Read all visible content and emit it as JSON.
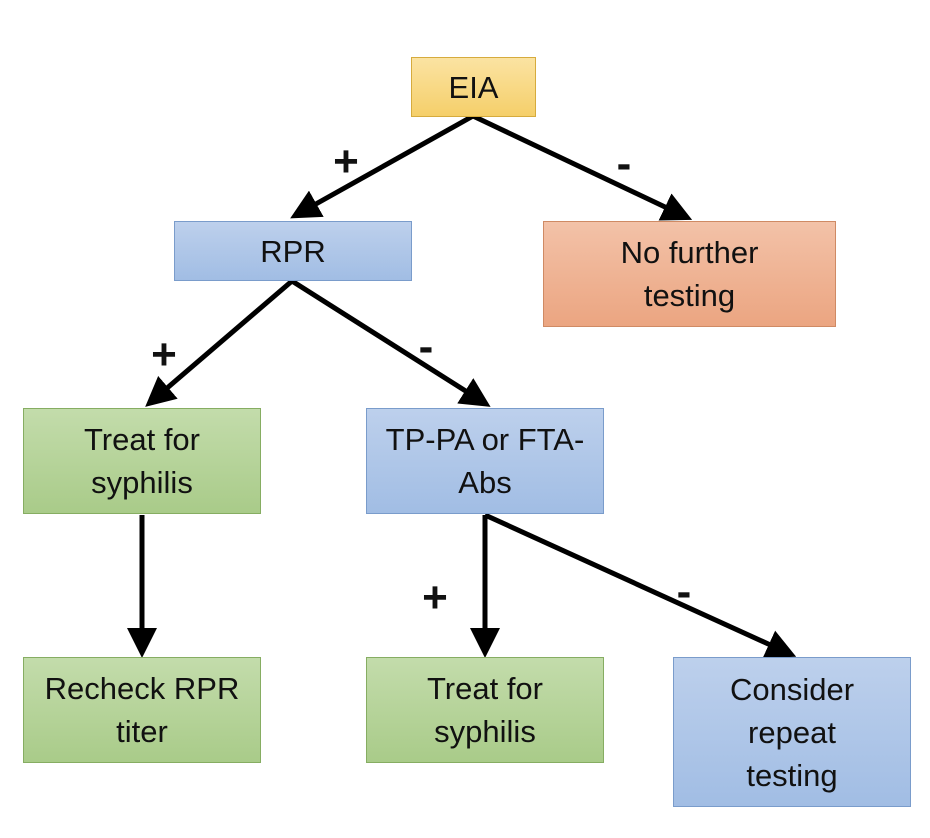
{
  "nodes": {
    "eia": "EIA",
    "rpr": "RPR",
    "no_further": "No further testing",
    "treat_1": "Treat for syphilis",
    "tppa": "TP-PA or FTA-Abs",
    "recheck": "Recheck RPR titer",
    "treat_2": "Treat for syphilis",
    "consider": "Consider repeat testing"
  },
  "edges": [
    {
      "from": "eia",
      "to": "rpr",
      "label": "+"
    },
    {
      "from": "eia",
      "to": "no_further",
      "label": "-"
    },
    {
      "from": "rpr",
      "to": "treat_1",
      "label": "+"
    },
    {
      "from": "rpr",
      "to": "tppa",
      "label": "-"
    },
    {
      "from": "treat_1",
      "to": "recheck",
      "label": ""
    },
    {
      "from": "tppa",
      "to": "treat_2",
      "label": "+"
    },
    {
      "from": "tppa",
      "to": "consider",
      "label": "-"
    }
  ],
  "colors": {
    "yellow": "#f5cf6a",
    "blue": "#a1bde4",
    "orange": "#eba581",
    "green": "#a9cb89",
    "arrow": "#000000"
  }
}
